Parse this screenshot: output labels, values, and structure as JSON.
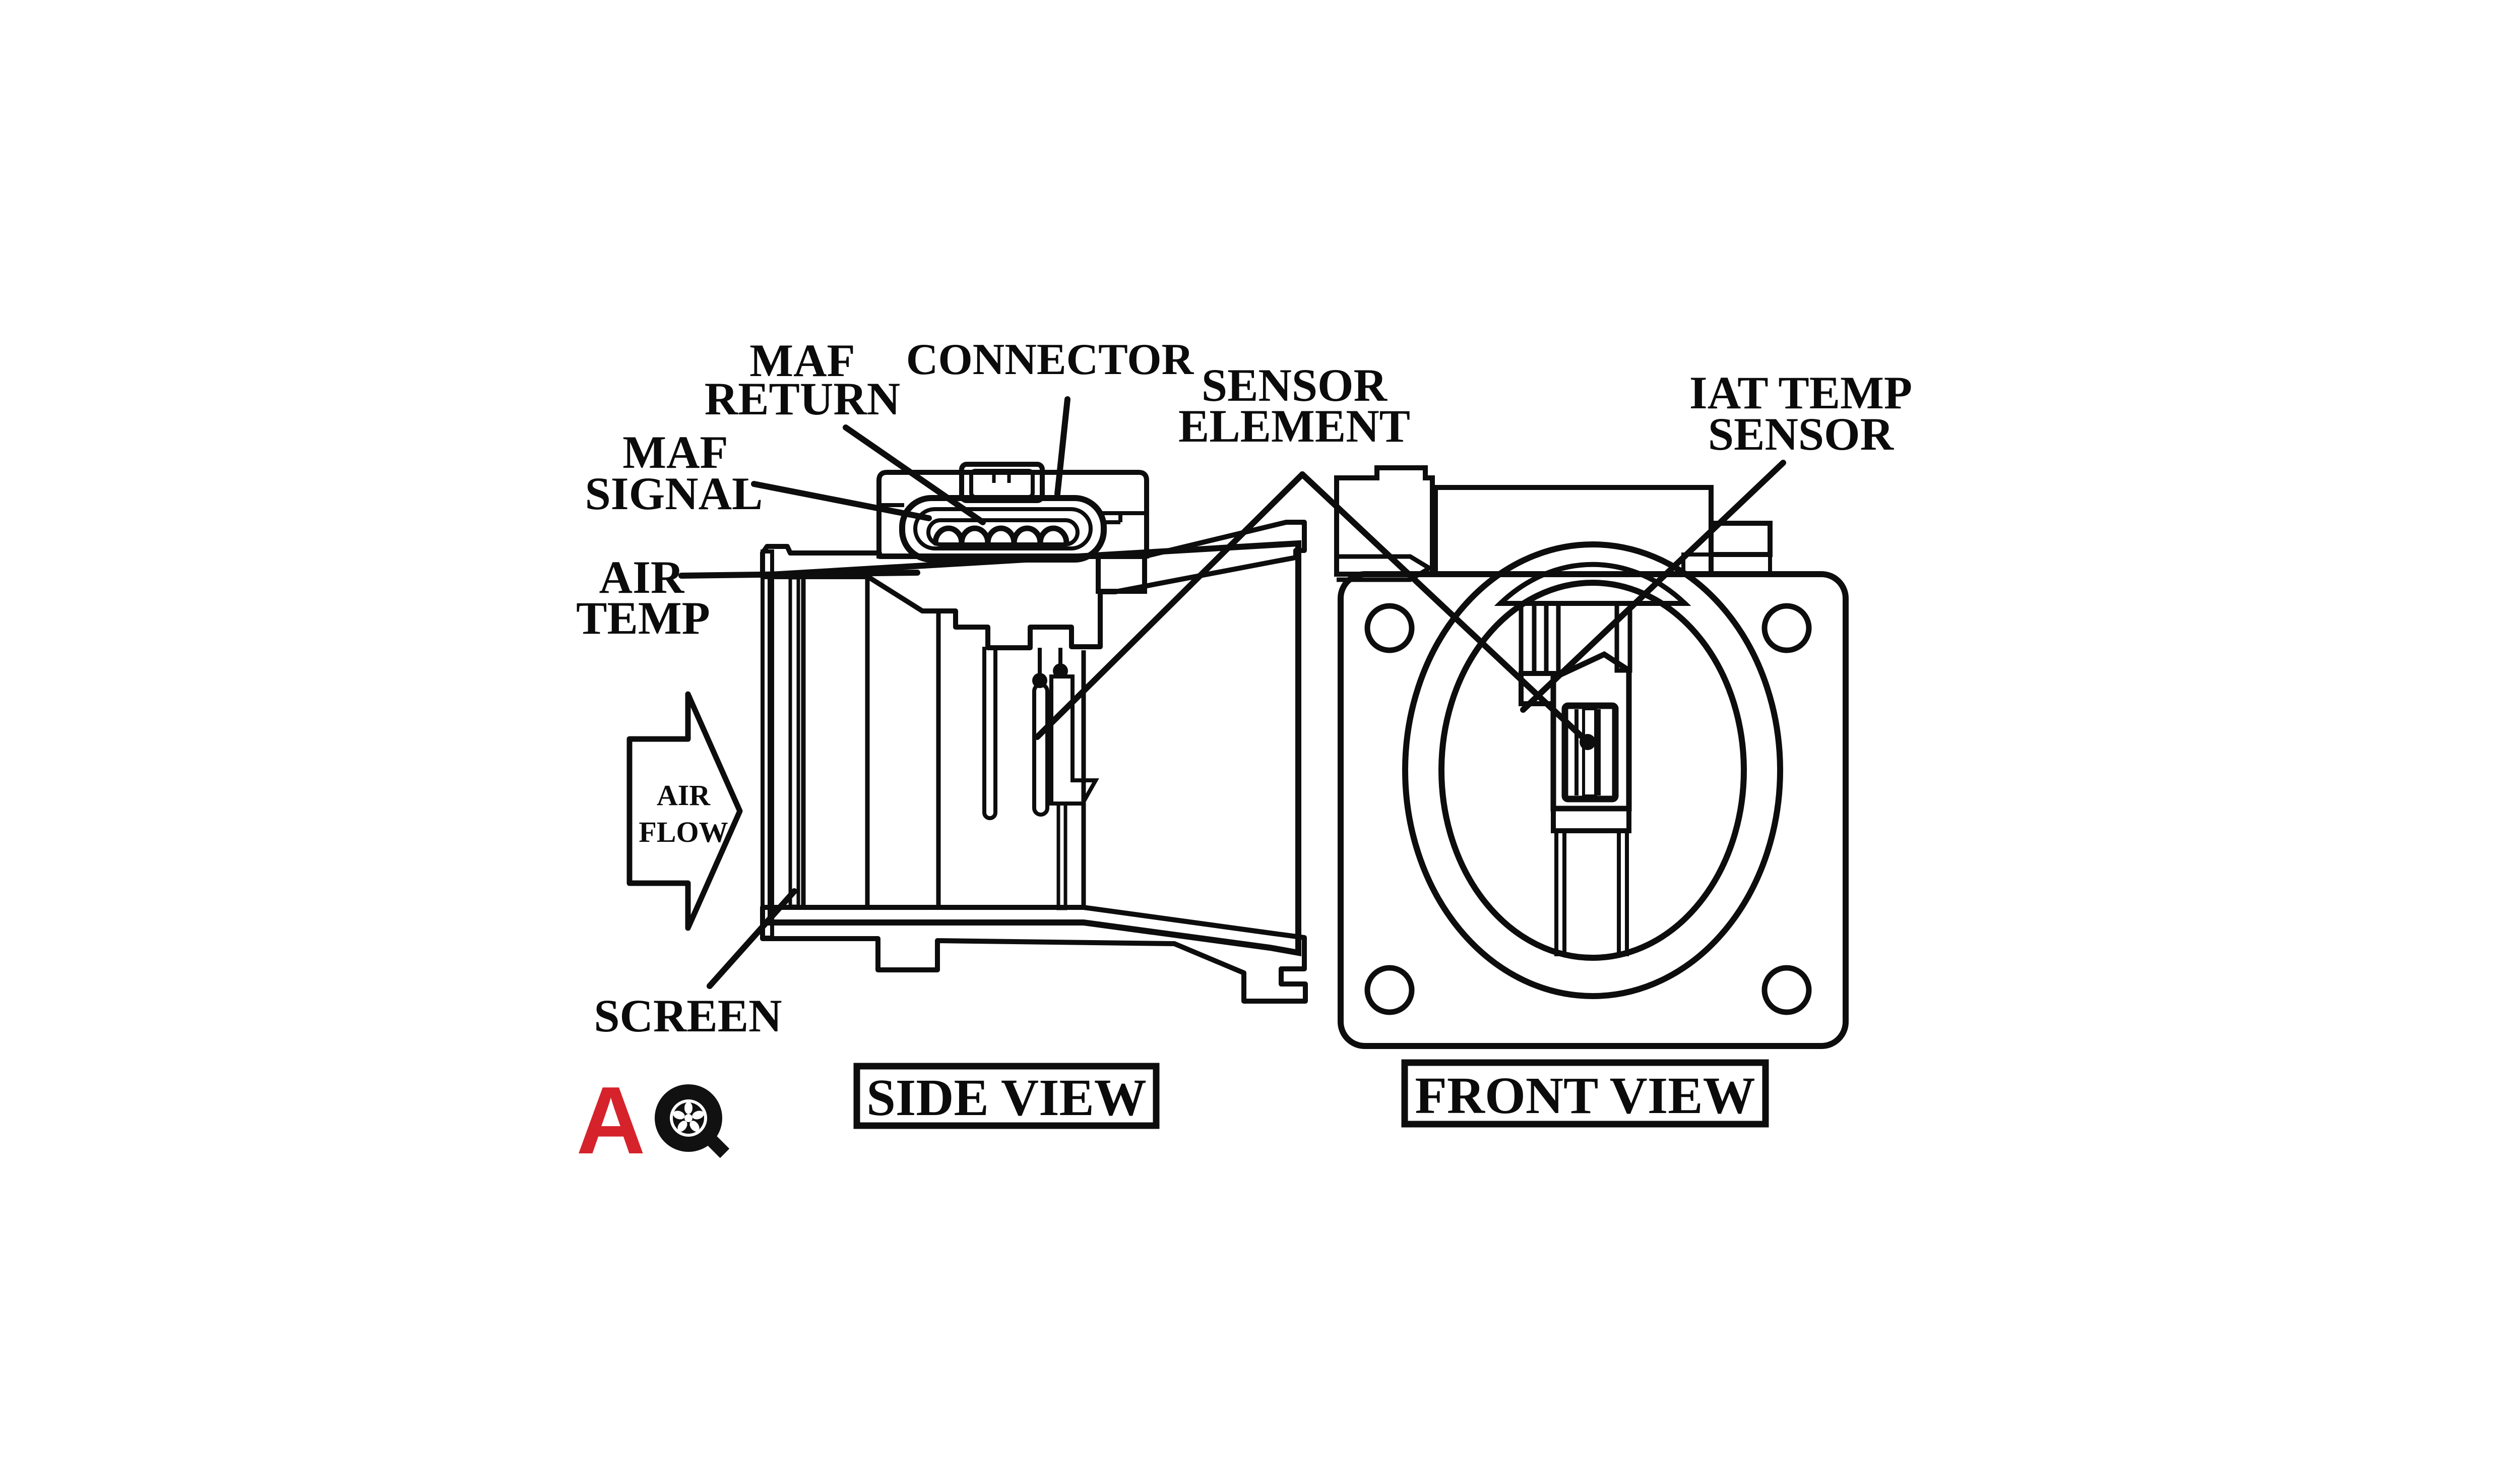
{
  "diagram": {
    "labels": {
      "maf_return": {
        "line1": "MAF",
        "line2": "RETURN"
      },
      "connector": {
        "text": "CONNECTOR"
      },
      "sensor_element": {
        "line1": "SENSOR",
        "line2": "ELEMENT"
      },
      "iat_temp_sensor": {
        "line1": "IAT TEMP",
        "line2": "SENSOR"
      },
      "maf_signal": {
        "line1": "MAF",
        "line2": "SIGNAL"
      },
      "air_temp": {
        "line1": "AIR",
        "line2": "TEMP"
      },
      "screen": {
        "text": "SCREEN"
      },
      "air_flow": {
        "line1": "AIR",
        "line2": "FLOW"
      }
    },
    "view_titles": {
      "side": "SIDE VIEW",
      "front": "FRONT VIEW"
    },
    "logo": {
      "letter": "A",
      "icon": "tire-wheel-q-icon"
    },
    "colors": {
      "wall_hatch": "#A79A9D",
      "interior": "#E6DDDE",
      "screen_stripe": "#9FAA45",
      "connector_green_side": "#9BB189",
      "connector_green_front": "#90A584",
      "connector_green_light": "#9DB48F",
      "connector_socket_dark": "#49514B",
      "connector_socket_mid": "#6E7566",
      "connector_slot": "#8F9C83",
      "connector_tab_dark": "#5E6659",
      "flange_mauve": "#A39699",
      "bore_green": "#CBD4A0",
      "housing_dark": "#6A6164",
      "housing_band": "#756A6D",
      "bar_gray": "#A09598",
      "sensor_rod_pink": "#BC938D",
      "sensor_stripe_pink": "#B08B8B",
      "logo_red": "#D6232B",
      "line_black": "#0D0D0D"
    }
  }
}
